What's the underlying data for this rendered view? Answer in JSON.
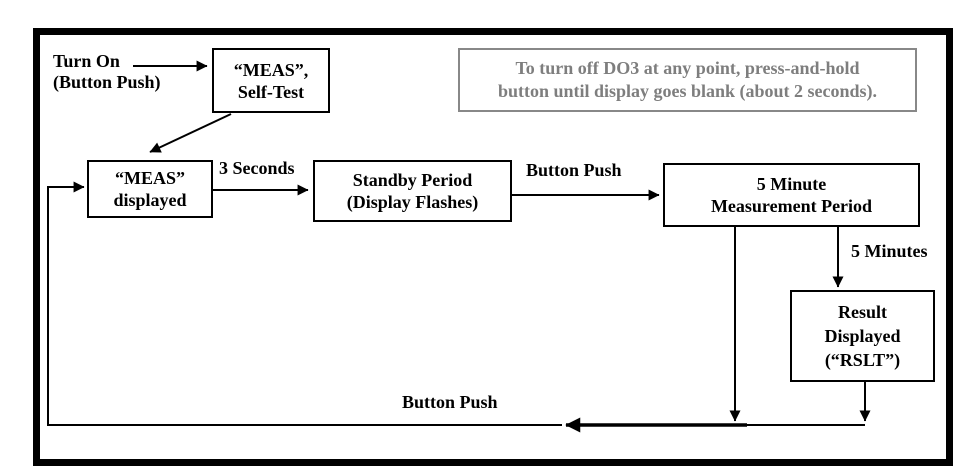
{
  "start_label": {
    "line1": "Turn On",
    "line2": "(Button Push)"
  },
  "note": {
    "line1": "To turn off DO3 at any point, press-and-hold",
    "line2": "button until display goes blank (about 2 seconds)."
  },
  "boxes": {
    "self_test": {
      "line1": "“MEAS”,",
      "line2": "Self-Test"
    },
    "meas_displayed": {
      "line1": "“MEAS”",
      "line2": "displayed"
    },
    "standby": {
      "line1": "Standby Period",
      "line2": "(Display Flashes)"
    },
    "measurement": {
      "line1": "5 Minute",
      "line2": "Measurement Period"
    },
    "result": {
      "line1": "Result",
      "line2": "Displayed",
      "line3": "(“RSLT”)"
    }
  },
  "edge_labels": {
    "three_seconds": "3 Seconds",
    "button_push_top": "Button Push",
    "five_minutes": "5 Minutes",
    "button_push_bottom": "Button Push"
  },
  "colors": {
    "line": "#000000",
    "box_border": "#000000",
    "note_border": "#888888",
    "note_text": "#7e7e7e",
    "frame": "#000000"
  }
}
